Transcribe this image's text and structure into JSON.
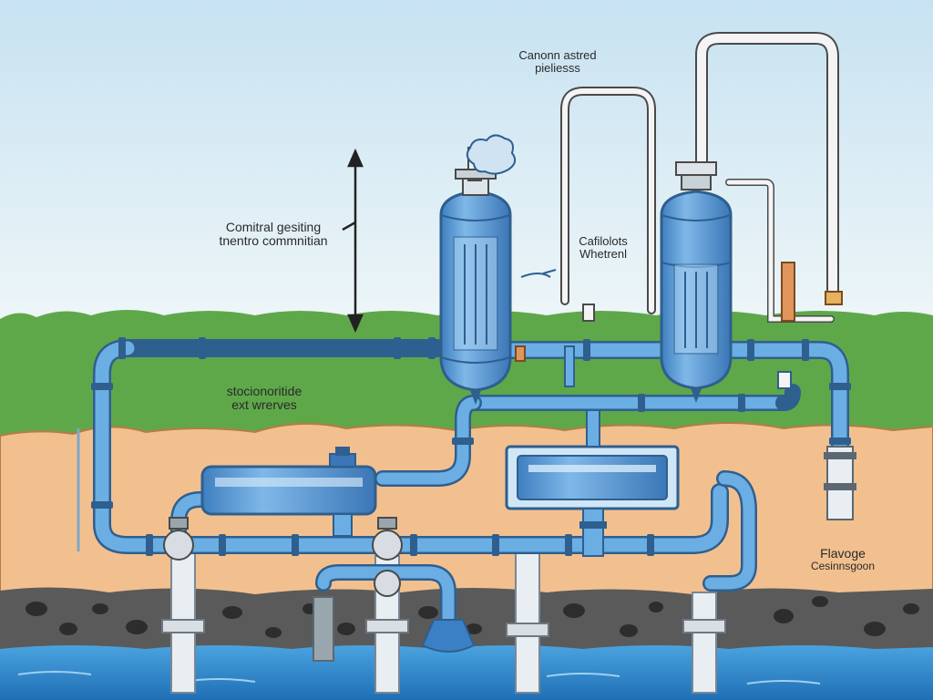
{
  "labels": {
    "top_center": {
      "line1": "Canonn astred",
      "line2": "pieliesss"
    },
    "left": {
      "line1": "Comitral gesiting",
      "line2": "tnentro commnitian"
    },
    "middle": {
      "line1": "Cafilolots",
      "line2": "Whetrenl"
    },
    "underground": {
      "line1": "stocionoritide",
      "line2": "ext wrerves"
    },
    "right": {
      "line1": "Flavoge",
      "line2": "Cesinnsgoon"
    }
  },
  "colors": {
    "sky": "#dcedf5",
    "grass": "#5fa84a",
    "soil": "#f2c08f",
    "rock": "#5a5a5a",
    "water": "#2f86c8",
    "pipe": "#5b9fd6",
    "pipe_dark": "#2f5f8f",
    "tank": "#4d8fcf"
  },
  "icons": [
    "vertical-double-arrow-icon",
    "filter-tank-icon",
    "valve-icon",
    "steam-cloud-icon"
  ]
}
